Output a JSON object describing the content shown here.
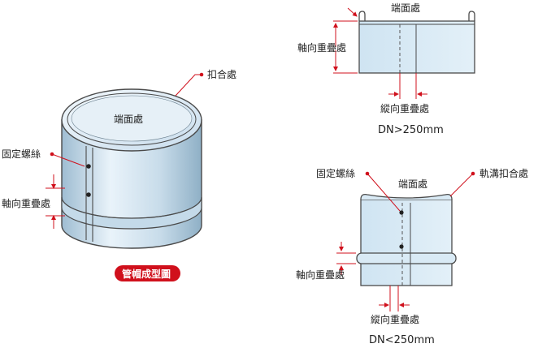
{
  "colors": {
    "pipe_fill": "#d4e8f5",
    "pipe_stroke": "#444444",
    "accent": "#d0101c",
    "background": "#ffffff"
  },
  "diagram": {
    "perspective_view": {
      "top_face_label": "端面處",
      "wrap_seam_label": "扣合處",
      "fixing_screw_label": "固定螺絲",
      "axial_overlap_label": "軸向重疊處",
      "caption_badge": "管帽成型圖"
    },
    "large_pipe_view": {
      "end_face_label": "端面處",
      "axial_overlap_label": "軸向重疊處",
      "longitudinal_overlap_label": "縱向重疊處",
      "size_condition": "DN>250mm"
    },
    "small_pipe_view": {
      "fixing_screw_label": "固定螺絲",
      "end_face_label": "端面處",
      "rail_groove_label": "軌溝扣合處",
      "axial_overlap_label": "軸向重疊處",
      "longitudinal_overlap_label": "縱向重疊處",
      "size_condition": "DN<250mm"
    }
  }
}
